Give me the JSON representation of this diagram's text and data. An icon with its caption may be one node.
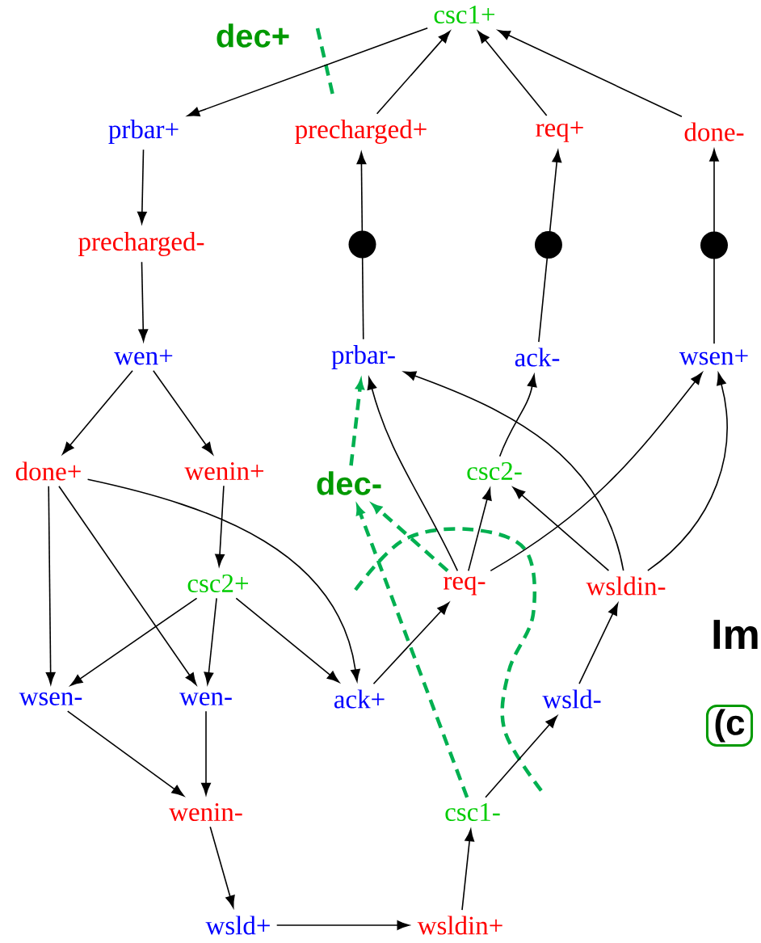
{
  "diagram": {
    "nodes": [
      {
        "text": [
          "csc1+"
        ]
      },
      {
        "text": [
          "prbar+"
        ]
      },
      {
        "text": [
          "precharged+"
        ]
      },
      {
        "text": [
          "req+"
        ]
      },
      {
        "text": [
          "done-"
        ]
      },
      {
        "text": [
          "precharged-"
        ]
      },
      {
        "text": [
          "wen+"
        ]
      },
      {
        "text": [
          "prbar-"
        ]
      },
      {
        "text": [
          "ack-"
        ]
      },
      {
        "text": [
          "wsen+"
        ]
      },
      {
        "text": [
          "done+"
        ]
      },
      {
        "text": [
          "wenin+"
        ]
      },
      {
        "text": [
          "dec-"
        ]
      },
      {
        "text": [
          "csc2-"
        ]
      },
      {
        "text": [
          "csc2+"
        ]
      },
      {
        "text": [
          "req-"
        ]
      },
      {
        "text": [
          "wsldin-"
        ]
      },
      {
        "text": [
          "wsen-"
        ]
      },
      {
        "text": [
          "wen-"
        ]
      },
      {
        "text": [
          "ack+"
        ]
      },
      {
        "text": [
          "wsld-"
        ]
      },
      {
        "text": [
          "wenin-"
        ]
      },
      {
        "text": [
          "csc1-"
        ]
      },
      {
        "text": [
          "wsld+"
        ]
      },
      {
        "text": [
          "wsldin+"
        ]
      },
      {
        "text": [
          "(c"
        ]
      }
    ],
    "edges": [
      {
        "from": 0,
        "to": 1,
        "arrow": "to"
      },
      {
        "from": 2,
        "to": 0,
        "arrow": "to"
      },
      {
        "from": 3,
        "to": 0,
        "arrow": "to"
      },
      {
        "from": 4,
        "to": 0,
        "arrow": "to"
      },
      {
        "from": 1,
        "to": 5,
        "arrow": "to"
      },
      {
        "from": 5,
        "to": 6,
        "arrow": "to"
      },
      {
        "from": 7,
        "to": 2,
        "arrow": "to"
      },
      {
        "from": 8,
        "to": 3,
        "arrow": "to"
      },
      {
        "from": 9,
        "to": 4,
        "arrow": "to"
      },
      {
        "from": 6,
        "to": 10,
        "arrow": "to"
      },
      {
        "from": 6,
        "to": 11,
        "arrow": "to"
      },
      {
        "from": 10,
        "to": 17,
        "arrow": "to"
      },
      {
        "from": 10,
        "to": 18,
        "arrow": "to"
      },
      {
        "from": 10,
        "to": 19,
        "arrow": "to"
      },
      {
        "from": 11,
        "to": 14,
        "arrow": "to"
      },
      {
        "from": 14,
        "to": 17,
        "arrow": "to"
      },
      {
        "from": 14,
        "to": 18,
        "arrow": "to"
      },
      {
        "from": 14,
        "to": 19,
        "arrow": "to"
      },
      {
        "from": 15,
        "to": 7,
        "arrow": "to"
      },
      {
        "from": 16,
        "to": 7,
        "arrow": "to"
      },
      {
        "from": 13,
        "to": 8,
        "arrow": "to"
      },
      {
        "from": 15,
        "to": 13,
        "arrow": "to"
      },
      {
        "from": 15,
        "to": 9,
        "arrow": "to"
      },
      {
        "from": 16,
        "to": 13,
        "arrow": "to"
      },
      {
        "from": 16,
        "to": 9,
        "arrow": "to"
      },
      {
        "from": 19,
        "to": 15,
        "arrow": "to"
      },
      {
        "from": 20,
        "to": 16,
        "arrow": "to"
      },
      {
        "from": 22,
        "to": 20,
        "arrow": "to"
      },
      {
        "from": 17,
        "to": 21,
        "arrow": "to"
      },
      {
        "from": 18,
        "to": 21,
        "arrow": "to"
      },
      {
        "from": 21,
        "to": 23,
        "arrow": "to"
      },
      {
        "from": 23,
        "to": 24,
        "arrow": "to"
      },
      {
        "from": 24,
        "to": 22,
        "arrow": "to"
      },
      {
        "from": 12,
        "to": 7,
        "arrow": "to",
        "style": "dashed",
        "color": "#00b050"
      },
      {
        "from": 22,
        "to": 12,
        "arrow": "to",
        "style": "dashed",
        "color": "#00b050"
      },
      {
        "from": 15,
        "to": 12,
        "arrow": "to",
        "style": "dashed",
        "color": "#00b050"
      }
    ],
    "labels": [
      "dec+",
      "Im"
    ]
  }
}
